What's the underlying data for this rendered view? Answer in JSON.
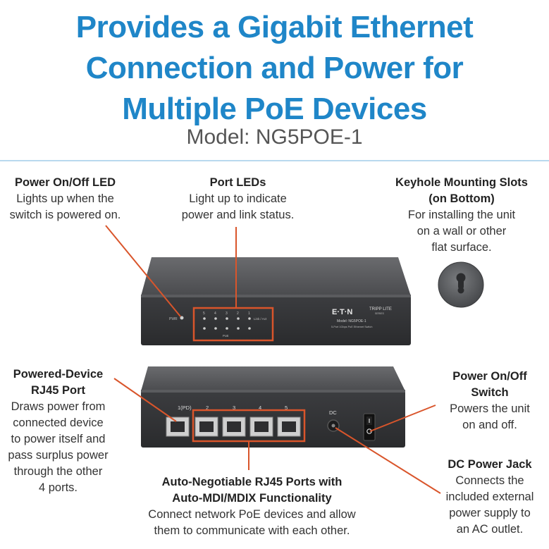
{
  "headline": {
    "line1": "Provides a Gigabit Ethernet",
    "line2": "Connection and Power for",
    "line3": "Multiple PoE Devices"
  },
  "model": "Model: NG5POE-1",
  "colors": {
    "accent": "#1f86c8",
    "callout_line": "#d9552b",
    "device_body": "#3a3b3d"
  },
  "callouts": {
    "power_led": {
      "title": "Power On/Off LED",
      "text": [
        "Lights up when the",
        "switch is powered on."
      ]
    },
    "port_leds": {
      "title": "Port LEDs",
      "text": [
        "Light up to indicate",
        "power and link status."
      ]
    },
    "keyhole": {
      "title": [
        "Keyhole Mounting Slots",
        "(on Bottom)"
      ],
      "text": [
        "For installing the unit",
        "on a wall or other",
        "flat surface."
      ]
    },
    "pd_port": {
      "title": [
        "Powered-Device",
        "RJ45 Port"
      ],
      "text": [
        "Draws power from",
        "connected device",
        "to power itself and",
        "pass surplus power",
        "through the other",
        "4 ports."
      ]
    },
    "power_switch": {
      "title": [
        "Power On/Off",
        "Switch"
      ],
      "text": [
        "Powers the unit",
        "on and off."
      ]
    },
    "dc_jack": {
      "title": "DC Power Jack",
      "text": [
        "Connects the",
        "included external",
        "power supply to",
        "an AC outlet."
      ]
    },
    "rj45_ports": {
      "title": [
        "Auto-Negotiable RJ45 Ports with",
        "Auto-MDI/MDIX Functionality"
      ],
      "text": [
        "Connect network PoE devices and allow",
        "them to communicate with each other."
      ]
    }
  },
  "device_front": {
    "pwr_label": "PWR",
    "port_numbers": [
      "5",
      "4",
      "3",
      "2",
      "1"
    ],
    "link_label": "Link / Act",
    "poe_label": "PoE",
    "brand": "E·T·N",
    "series": "TRIPP LITE",
    "series_sub": "SERIES",
    "model_line": "Model: NG5POE-1",
    "desc_line": "5-Port 1Gbps PoE Ethernet Switch"
  },
  "device_back": {
    "port_labels": [
      "1(PD)",
      "2",
      "3",
      "4",
      "5"
    ],
    "dc_label": "DC"
  },
  "icons": [
    "keyhole-slot-icon",
    "rocker-switch-icon",
    "dc-jack-icon"
  ]
}
